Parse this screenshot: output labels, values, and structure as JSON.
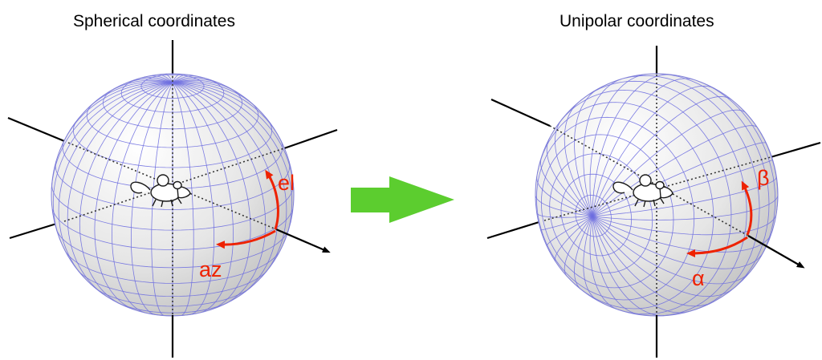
{
  "left_panel": {
    "title": "Spherical coordinates",
    "labels": {
      "elevation": "el",
      "azimuth": "az"
    }
  },
  "right_panel": {
    "title": "Unipolar coordinates",
    "labels": {
      "beta": "β",
      "alpha": "α"
    }
  },
  "colors": {
    "grid": "#6f6fe0",
    "arrow_red": "#ee2200",
    "transition_arrow": "#5ccd2f",
    "axes": "#000000",
    "sphere_light": "#ffffff",
    "sphere_dark": "#b8b8b8"
  },
  "icons": {
    "center_icon": "mouse-icon",
    "transition": "right-arrow-icon"
  }
}
